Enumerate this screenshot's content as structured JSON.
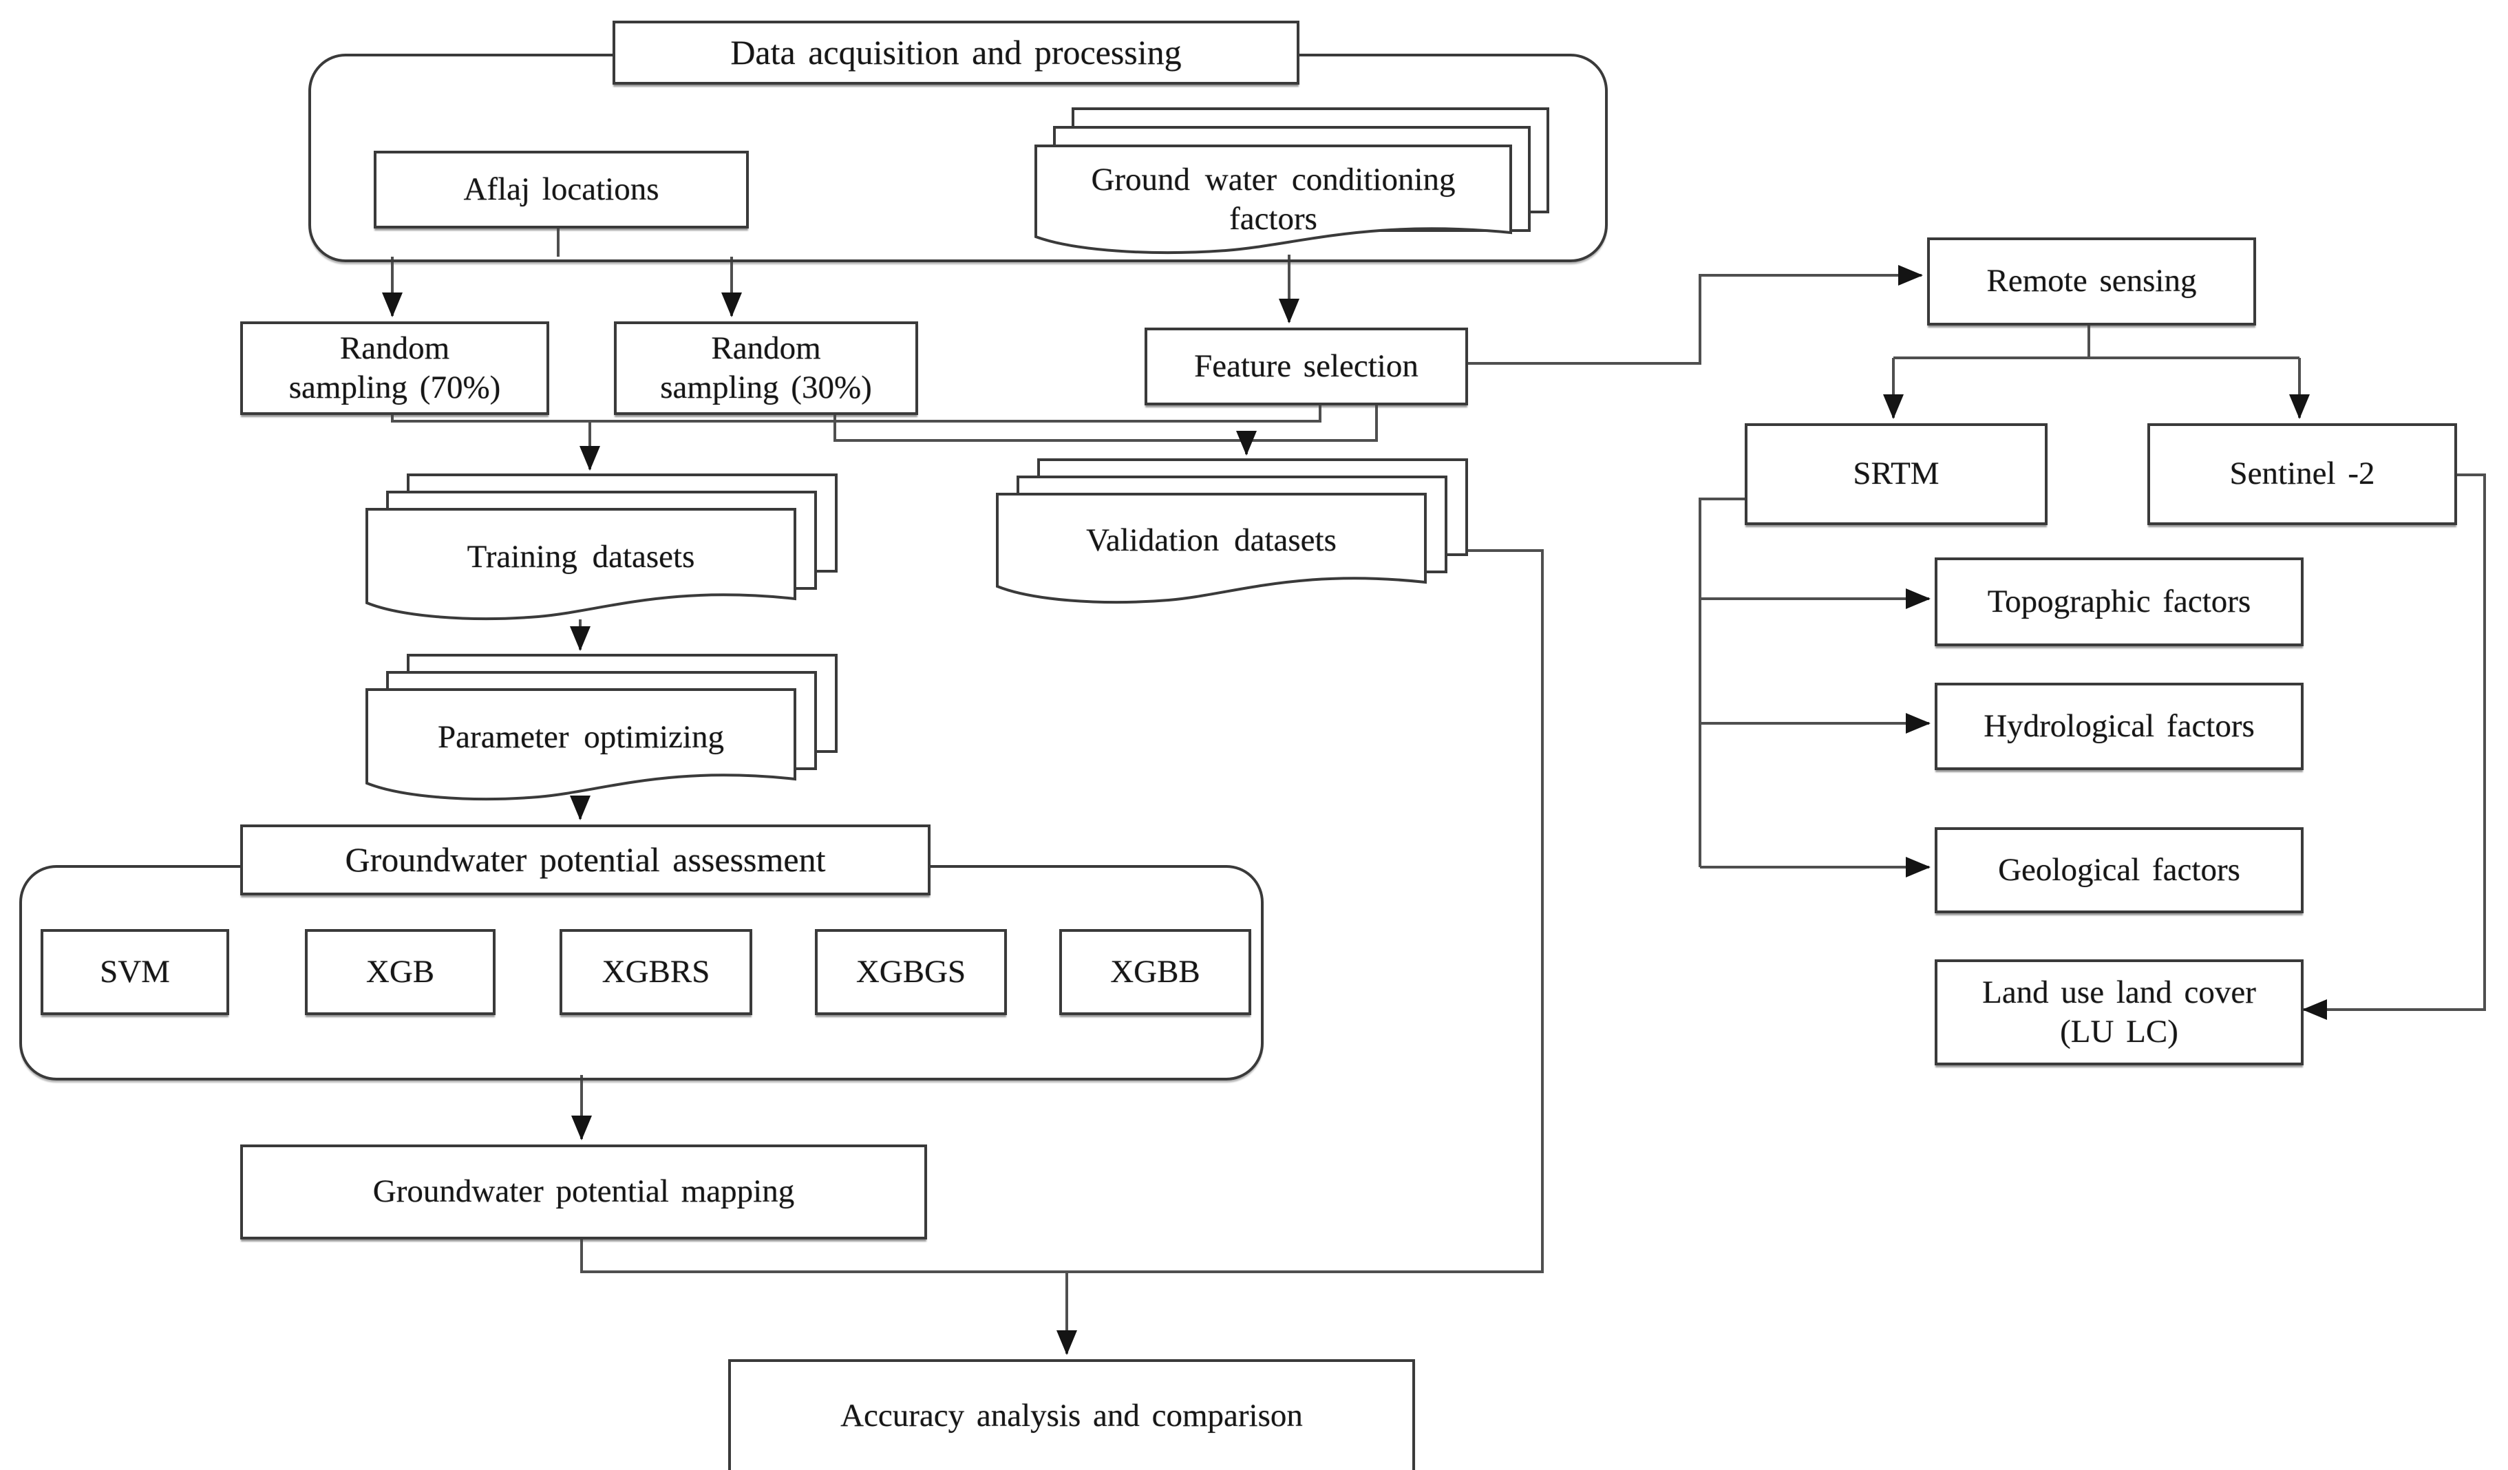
{
  "diagram": {
    "top": {
      "title": "Data  acquisition and processing",
      "aflaj": "Aflaj locations",
      "gwcf": "Ground water conditioning\nfactors"
    },
    "sampling": {
      "random70": "Random\nsampling (70%)",
      "random30": "Random\nsampling (30%)",
      "feature_selection": "Feature selection"
    },
    "datasets": {
      "training": "Training  datasets",
      "validation": "Validation  datasets",
      "parameter": "Parameter optimizing"
    },
    "assessment": {
      "title": "Groundwater  potential  assessment",
      "models": [
        "SVM",
        "XGB",
        "XGBRS",
        "XGBGS",
        "XGBB"
      ]
    },
    "output": {
      "mapping": "Groundwater  potential  mapping",
      "accuracy": "Accuracy  analysis  and  comparison"
    },
    "remote": {
      "title": "Remote sensing",
      "srtm": "SRTM",
      "sentinel": "Sentinel -2",
      "topographic": "Topographic  factors",
      "hydrological": "Hydrological  factors",
      "geological": "Geological  factors",
      "lulc": "Land use land  cover\n(LU LC)"
    },
    "colors": {
      "line": "#4f4f4f",
      "border": "#3a3a3a",
      "arrow": "#141414",
      "background": "#ffffff"
    }
  }
}
